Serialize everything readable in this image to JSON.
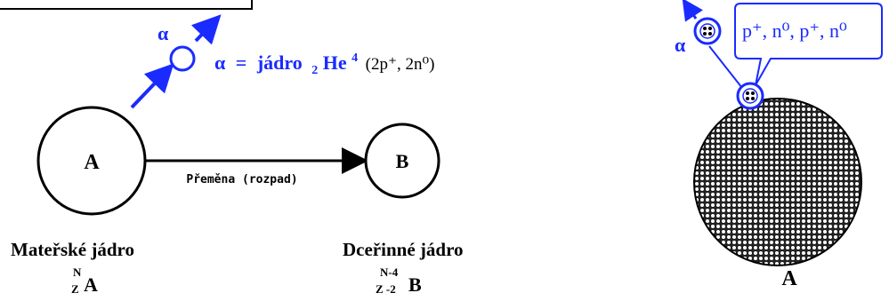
{
  "left_diagram": {
    "parent_nucleus": {
      "label": "A",
      "caption": "Mateřské jádro",
      "symbol": "A",
      "mass_sup": "N",
      "atomic_sub": "Z"
    },
    "daughter_nucleus": {
      "label": "B",
      "caption": "Dceřinné jádro",
      "symbol": "B",
      "mass_sup": "N-4",
      "atomic_sub": "Z -2"
    },
    "arrow_label": "Přeměna (rozpad)",
    "alpha": {
      "symbol": "α",
      "equation_alpha": "α",
      "equation_eq": "=",
      "equation_word": "jádro",
      "he_sub": "2",
      "he_symbol": "He",
      "he_sup": "4",
      "composition": "(2p⁺, 2n⁰)"
    }
  },
  "right_diagram": {
    "nucleus_label": "A",
    "alpha_symbol": "α",
    "callout_text": "p⁺, n⁰, p⁺, n⁰"
  },
  "colors": {
    "blue": "#1a2bff",
    "black": "#000000"
  }
}
